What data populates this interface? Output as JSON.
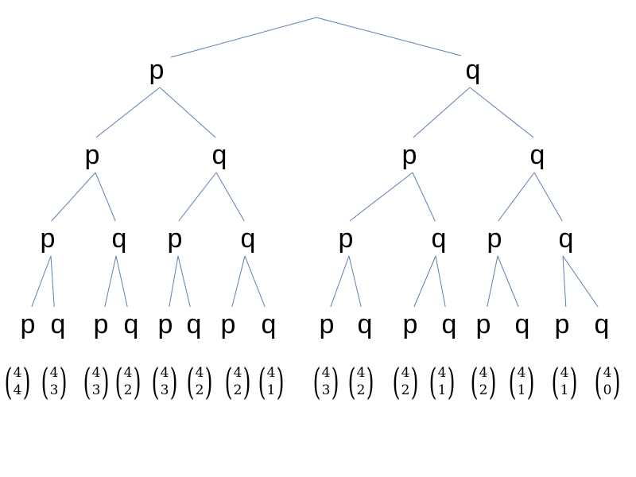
{
  "tree": {
    "levels": [
      [
        "p",
        "q"
      ],
      [
        "p",
        "q",
        "p",
        "q"
      ],
      [
        "p",
        "q",
        "p",
        "q",
        "p",
        "q",
        "p",
        "q"
      ],
      [
        "p",
        "q",
        "p",
        "q",
        "p",
        "q",
        "p",
        "q",
        "p",
        "q",
        "p",
        "q",
        "p",
        "q",
        "p",
        "q"
      ]
    ],
    "binomials": [
      {
        "n": "4",
        "k": "4"
      },
      {
        "n": "4",
        "k": "3"
      },
      {
        "n": "4",
        "k": "3"
      },
      {
        "n": "4",
        "k": "2"
      },
      {
        "n": "4",
        "k": "3"
      },
      {
        "n": "4",
        "k": "2"
      },
      {
        "n": "4",
        "k": "2"
      },
      {
        "n": "4",
        "k": "1"
      },
      {
        "n": "4",
        "k": "3"
      },
      {
        "n": "4",
        "k": "2"
      },
      {
        "n": "4",
        "k": "2"
      },
      {
        "n": "4",
        "k": "1"
      },
      {
        "n": "4",
        "k": "2"
      },
      {
        "n": "4",
        "k": "1"
      },
      {
        "n": "4",
        "k": "1"
      },
      {
        "n": "4",
        "k": "0"
      }
    ],
    "edge_color": "#5b7fb5"
  }
}
